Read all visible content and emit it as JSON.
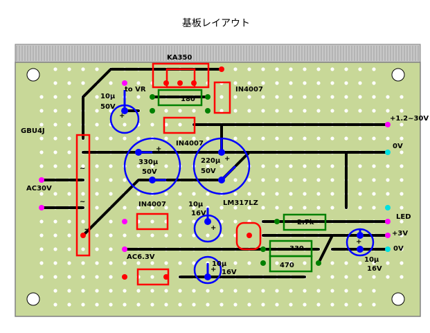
{
  "title": "基板レイアウト",
  "colors": {
    "board": "#c8d898",
    "board_border": "#808080",
    "header_bar": "#c8c8c8",
    "hole": "#ffffff",
    "trace": "#000000",
    "component_red": "#ff0000",
    "component_green": "#008000",
    "capacitor_blue": "#0000ff",
    "pad_magenta": "#ff00ff",
    "pad_cyan": "#00e0e0",
    "mount_hole": "#ffffff"
  },
  "labels": {
    "ka350": "KA350",
    "to_vr": "to VR",
    "cap_10u_50v_a": "10μ",
    "cap_10u_50v_b": "50V",
    "r180": "180",
    "in4007_top": "IN4007",
    "out_12_30v": "+1.2~30V",
    "gbu4j": "GBU4J",
    "in4007_mid": "IN4007",
    "out_0v_top": "0V",
    "cap_330_a": "330μ",
    "cap_330_b": "50V",
    "cap_220_a": "220μ",
    "cap_220_b": "50V",
    "ac30v": "AC30V",
    "lm317lz": "LM317LZ",
    "in4007_bot": "IN4007",
    "cap_10u_16v_a": "10μ",
    "cap_10u_16v_b": "16V",
    "r27k": "2.7k",
    "led": "LED",
    "out_3v": "+3V",
    "r330": "330",
    "out_0v_bot": "0V",
    "ac63v": "AC6.3V",
    "cap_10u_16v_c": "10μ",
    "cap_10u_16v_d": "16V",
    "r470": "470",
    "cap_10u_16v_e": "10μ",
    "cap_10u_16v_f": "16V",
    "tilde_top": "~",
    "tilde_bot": "~",
    "plus": "+",
    "minus": "-"
  }
}
